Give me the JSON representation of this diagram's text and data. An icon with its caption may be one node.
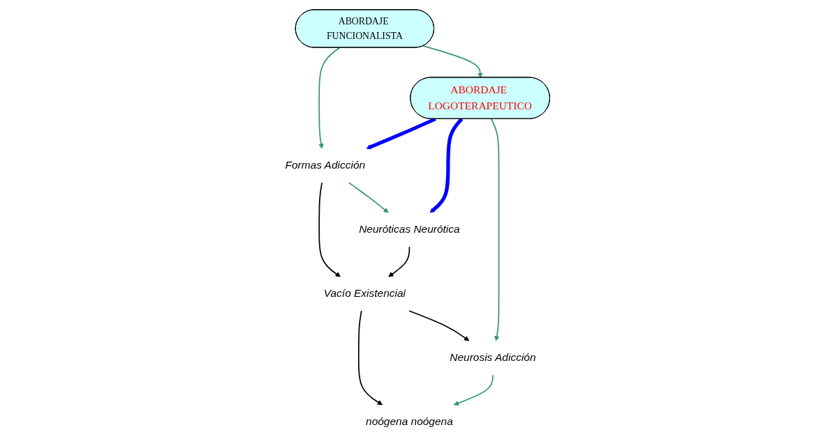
{
  "diagram": {
    "nodes": [
      {
        "text": [
          "ABORDAJE FUNCIONALISTA"
        ]
      },
      {
        "text": [
          "ABORDAJE LOGOTERAPEUTICO"
        ]
      },
      {
        "text": [
          "Formas Adicción"
        ]
      },
      {
        "text": [
          "Neuróticas Neurótica"
        ]
      },
      {
        "text": [
          "Vacío Existencial"
        ]
      },
      {
        "text": [
          "Neurosis Adicción"
        ]
      },
      {
        "text": [
          "noógena noógena"
        ]
      }
    ],
    "edges": [
      {
        "from": 0,
        "to": 1,
        "arrow": "to"
      },
      {
        "from": 0,
        "to": 2,
        "arrow": "to"
      },
      {
        "from": 2,
        "to": 3,
        "arrow": "to"
      },
      {
        "from": 1,
        "to": 2,
        "arrow": "to",
        "style": "thick",
        "color": "#0000ff"
      },
      {
        "from": 1,
        "to": 3,
        "arrow": "to",
        "style": "thick",
        "color": "#0000ff"
      },
      {
        "from": 2,
        "to": 4,
        "arrow": "to",
        "color": "#000000"
      },
      {
        "from": 3,
        "to": 4,
        "arrow": "to",
        "color": "#000000"
      },
      {
        "from": 4,
        "to": 5,
        "arrow": "to",
        "color": "#000000"
      },
      {
        "from": 4,
        "to": 6,
        "arrow": "to",
        "color": "#000000"
      },
      {
        "from": 1,
        "to": 5,
        "arrow": "to"
      },
      {
        "from": 5,
        "to": 6,
        "arrow": "to"
      }
    ]
  }
}
